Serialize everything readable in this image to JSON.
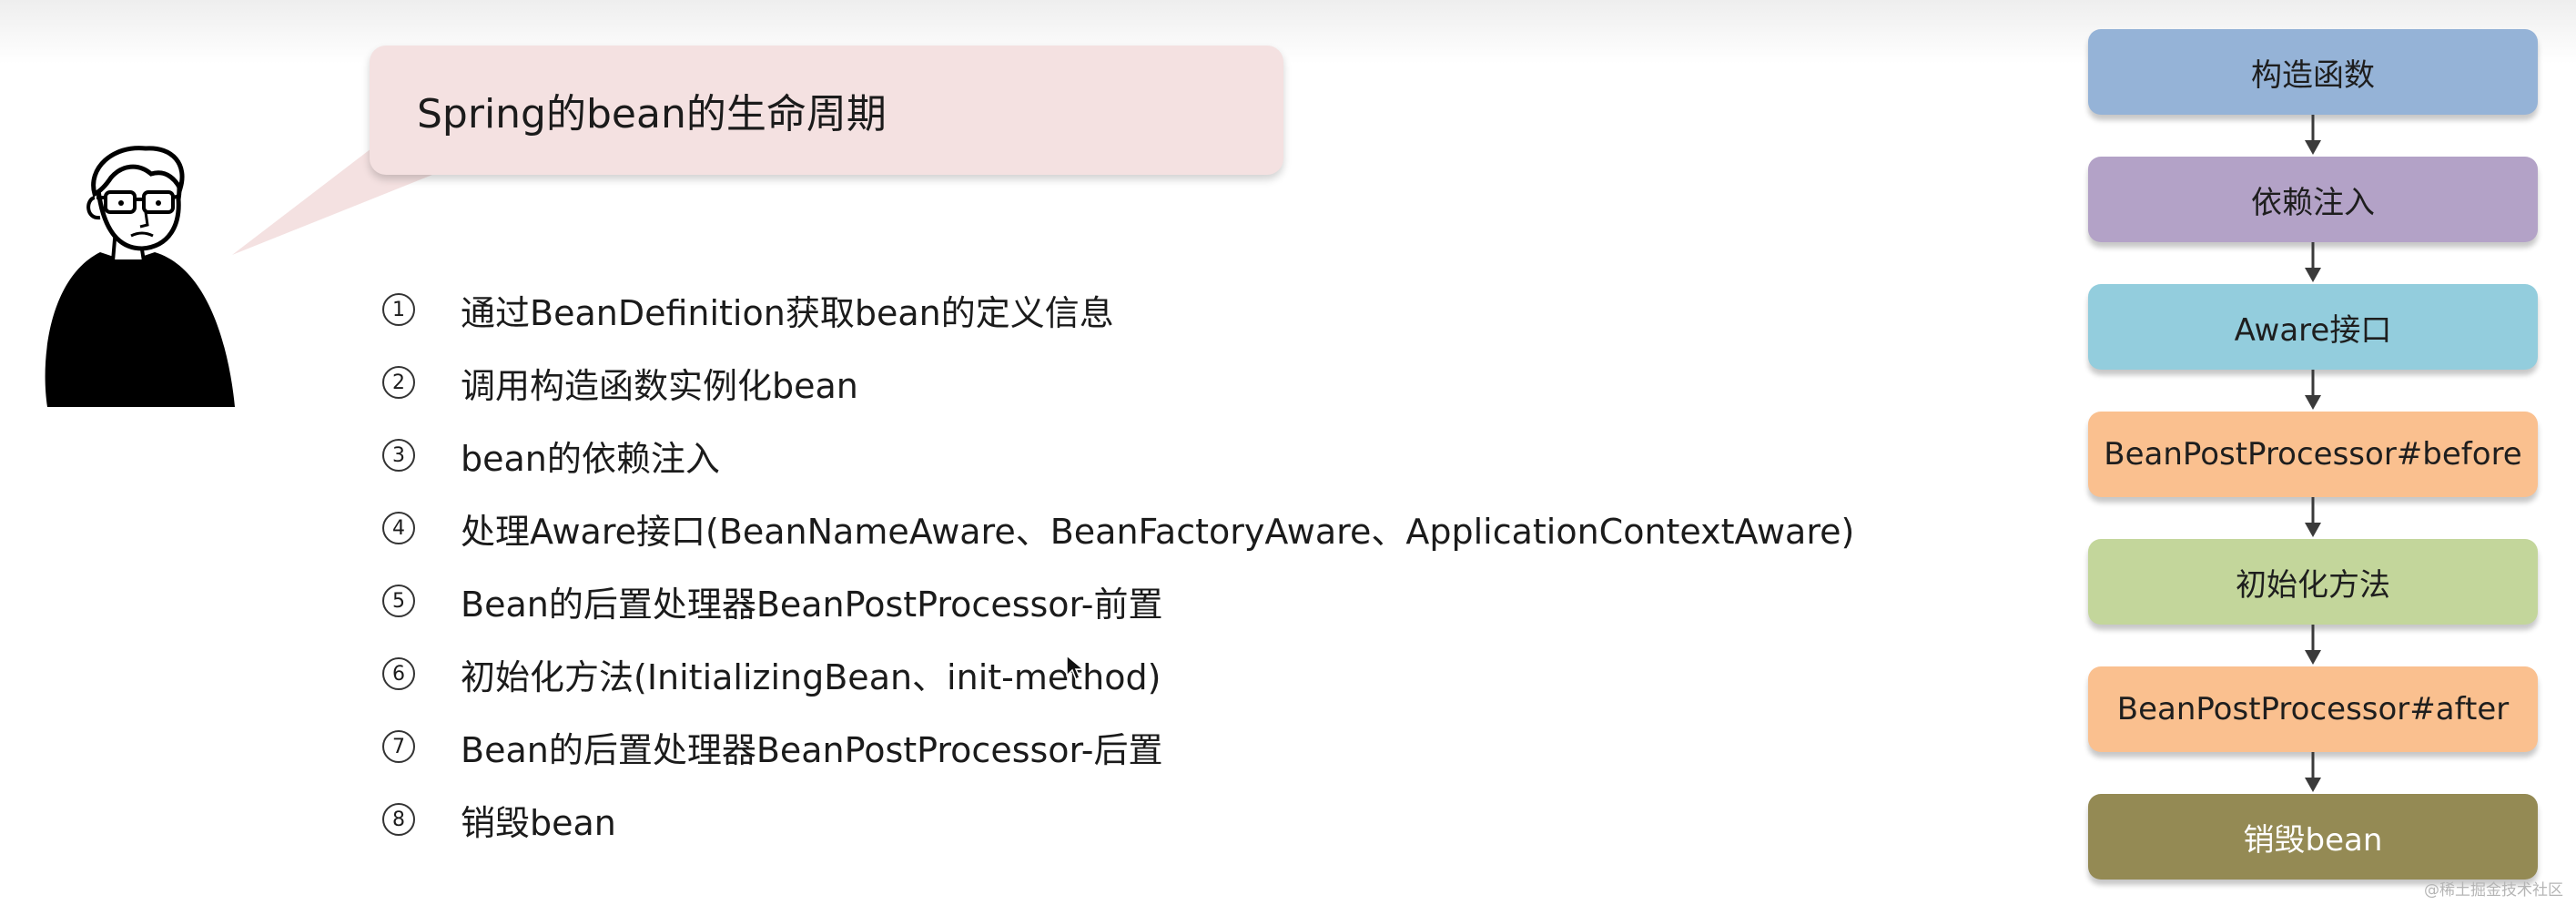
{
  "callout": {
    "title": "Spring的bean的生命周期"
  },
  "steps": [
    {
      "num": "1",
      "text": "通过BeanDefinition获取bean的定义信息"
    },
    {
      "num": "2",
      "text": "调用构造函数实例化bean"
    },
    {
      "num": "3",
      "text": "bean的依赖注入"
    },
    {
      "num": "4",
      "text": "处理Aware接口(BeanNameAware、BeanFactoryAware、ApplicationContextAware)"
    },
    {
      "num": "5",
      "text": "Bean的后置处理器BeanPostProcessor-前置"
    },
    {
      "num": "6",
      "text": "初始化方法(InitializingBean、init-method)"
    },
    {
      "num": "7",
      "text": "Bean的后置处理器BeanPostProcessor-后置"
    },
    {
      "num": "8",
      "text": "销毁bean"
    }
  ],
  "flow": [
    {
      "label": "构造函数",
      "color": "#95b3d7"
    },
    {
      "label": "依赖注入",
      "color": "#b3a2c7"
    },
    {
      "label": "Aware接口",
      "color": "#93cddd"
    },
    {
      "label": "BeanPostProcessor#before",
      "color": "#fac08f"
    },
    {
      "label": "初始化方法",
      "color": "#c3d69b"
    },
    {
      "label": "BeanPostProcessor#after",
      "color": "#fac08f"
    },
    {
      "label": "销毁bean",
      "color": "#948a54",
      "text_color": "#ffffff"
    }
  ],
  "watermark": "@稀土掘金技术社区"
}
